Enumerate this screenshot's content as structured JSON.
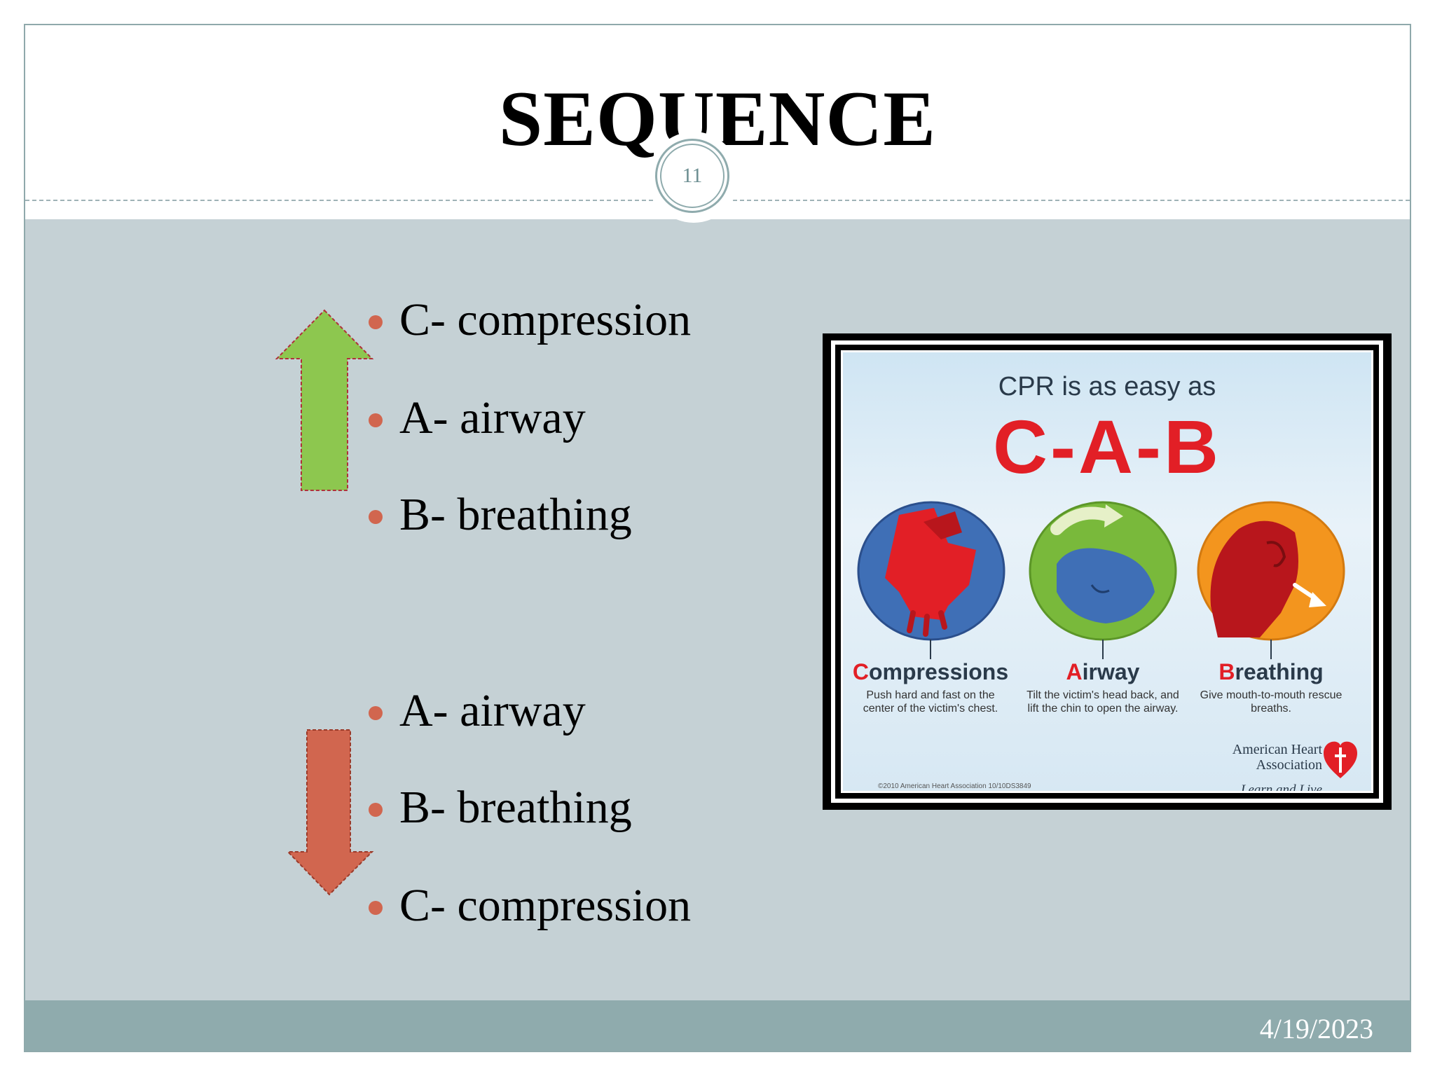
{
  "slide": {
    "title": "SEQUENCE",
    "page_number": "11",
    "date": "4/19/2023"
  },
  "sequences": [
    {
      "direction": "up",
      "arrow_color": "#8dc74f",
      "items": [
        "C- compression",
        "A- airway",
        "B- breathing"
      ]
    },
    {
      "direction": "down",
      "arrow_color": "#d1664f",
      "items": [
        "A- airway",
        "B- breathing",
        "C- compression"
      ]
    }
  ],
  "image": {
    "heading": "CPR is as easy as",
    "big_text": "C-A-B",
    "steps": [
      {
        "label_cap": "C",
        "label_rest": "ompressions",
        "desc": "Push hard and fast on the center of the victim's chest."
      },
      {
        "label_cap": "A",
        "label_rest": "irway",
        "desc": "Tilt the victim's head back, and lift the chin to open the airway."
      },
      {
        "label_cap": "B",
        "label_rest": "reathing",
        "desc": "Give mouth-to-mouth rescue breaths."
      }
    ],
    "org_line1": "American Heart",
    "org_line2": "Association",
    "tagline": "Learn and Live",
    "copyright": "©2010 American Heart Association 10/10DS3849"
  },
  "colors": {
    "content_bg": "#c5d1d5",
    "footer_bg": "#8fabad",
    "bullet": "#d1664f",
    "cab_red": "#e21f26"
  }
}
